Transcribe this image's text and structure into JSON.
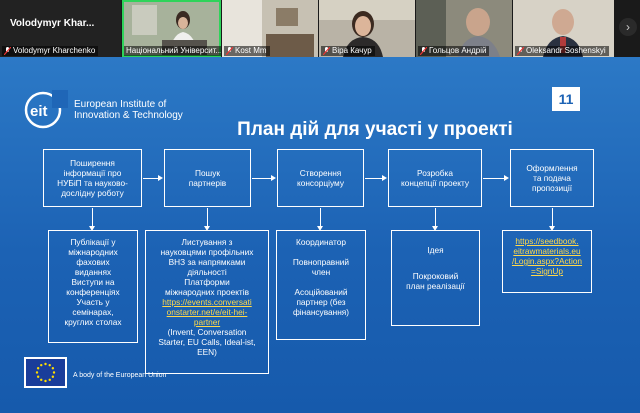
{
  "participants": {
    "tiles": [
      {
        "name": "Volodymyr Kharchenko",
        "short": "Volodymyr  Khar...",
        "muted": true,
        "active": false
      },
      {
        "name": "Національний Університ...",
        "muted": false,
        "active": true
      },
      {
        "name": "Kost Mm",
        "muted": true,
        "active": false
      },
      {
        "name": "Віра Качур",
        "muted": true,
        "active": false
      },
      {
        "name": "Гольцов Андрій",
        "muted": true,
        "active": false
      },
      {
        "name": "Oleksandr Soshenskyi",
        "muted": true,
        "active": false
      }
    ],
    "more_label": "›"
  },
  "slide": {
    "logo_line1": "European Institute of",
    "logo_line2": "Innovation & Technology",
    "logo_mark": "eit",
    "page_number": "11",
    "title": "План дій для участі у проекті",
    "top_boxes": [
      {
        "lines": [
          "Поширення",
          "інформації про",
          "НУБіП та науково-",
          "дослідну роботу"
        ]
      },
      {
        "lines": [
          "Пошук",
          "партнерів"
        ]
      },
      {
        "lines": [
          "Створення",
          "консорціуму"
        ]
      },
      {
        "lines": [
          "Розробка",
          "концепції проекту"
        ]
      },
      {
        "lines": [
          "Оформлення",
          "та подача",
          "пропозиції"
        ]
      }
    ],
    "bottom_boxes": [
      {
        "lines": [
          "Публікації у",
          "міжнародних",
          "фахових",
          "виданнях",
          "Виступи на",
          "конференціях",
          "Участь у",
          "семінарах,",
          "круглих столах"
        ]
      },
      {
        "lines_a": [
          "Листування з",
          "науковцями профільних",
          "ВНЗ за напрямками",
          "діяльності",
          "Платформи",
          "міжнародних проектів"
        ],
        "link_lines": [
          "https://events.conversati",
          "onstarter.net/e/eit-hei-",
          "partner"
        ],
        "lines_b": [
          "(Invent, Conversation",
          "Starter, EU Calls, Ideal-ist,",
          "EEN)"
        ]
      },
      {
        "items": [
          "Координатор",
          "Повноправний",
          "член",
          "Асоційований",
          "партнер (без",
          "фінансування)"
        ]
      },
      {
        "items": [
          "Ідея",
          "Покроковий",
          "план реалізації"
        ]
      },
      {
        "link_lines": [
          "https://seedbook.",
          "eitrawmaterials.eu",
          "/Login.aspx?Action",
          "=SignUp"
        ]
      }
    ],
    "eu_text": "A body of the European Union"
  },
  "colors": {
    "slide_bg": "#1c62b4",
    "link": "#ffd94a",
    "active_speaker": "#2fd35a"
  }
}
